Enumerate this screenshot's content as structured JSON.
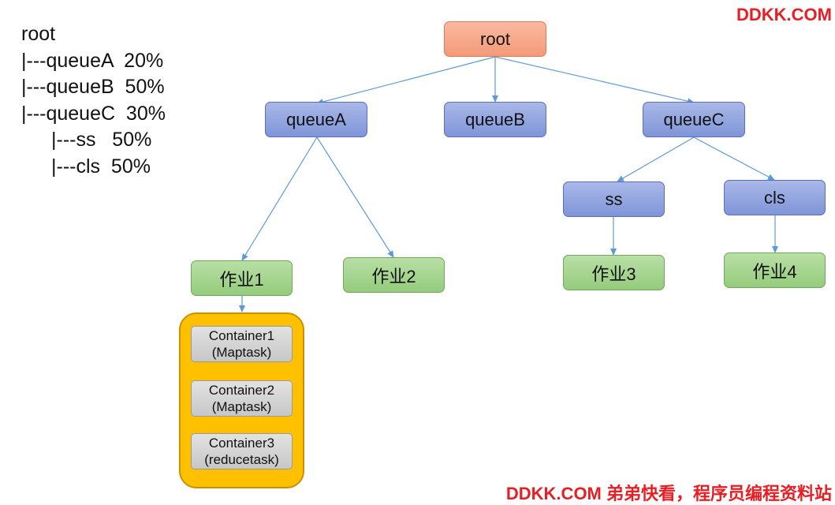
{
  "watermark": {
    "top": "DDKK.COM",
    "bottom": "DDKK.COM 弟弟快看，程序员编程资料站"
  },
  "tree_text": {
    "lines": [
      "root",
      "|---queueA  20%",
      "|---queueB  50%",
      "|---queueC  30%",
      "|---ss   50%",
      "|---cls  50%"
    ]
  },
  "nodes": {
    "root": "root",
    "queueA": "queueA",
    "queueB": "queueB",
    "queueC": "queueC",
    "ss": "ss",
    "cls": "cls",
    "job1": "作业1",
    "job2": "作业2",
    "job3": "作业3",
    "job4": "作业4"
  },
  "containers": [
    {
      "name": "Container1",
      "task": "(Maptask)"
    },
    {
      "name": "Container2",
      "task": "(Maptask)"
    },
    {
      "name": "Container3",
      "task": "(reducetask)"
    }
  ],
  "colors": {
    "root_fill": "#f7a98a",
    "queue_fill": "#8fa2dd",
    "job_fill": "#a3d38d",
    "group_fill": "#ffc000",
    "container_fill": "#d4d4d4",
    "edge": "#5b9bd5",
    "watermark": "#e81e25"
  }
}
